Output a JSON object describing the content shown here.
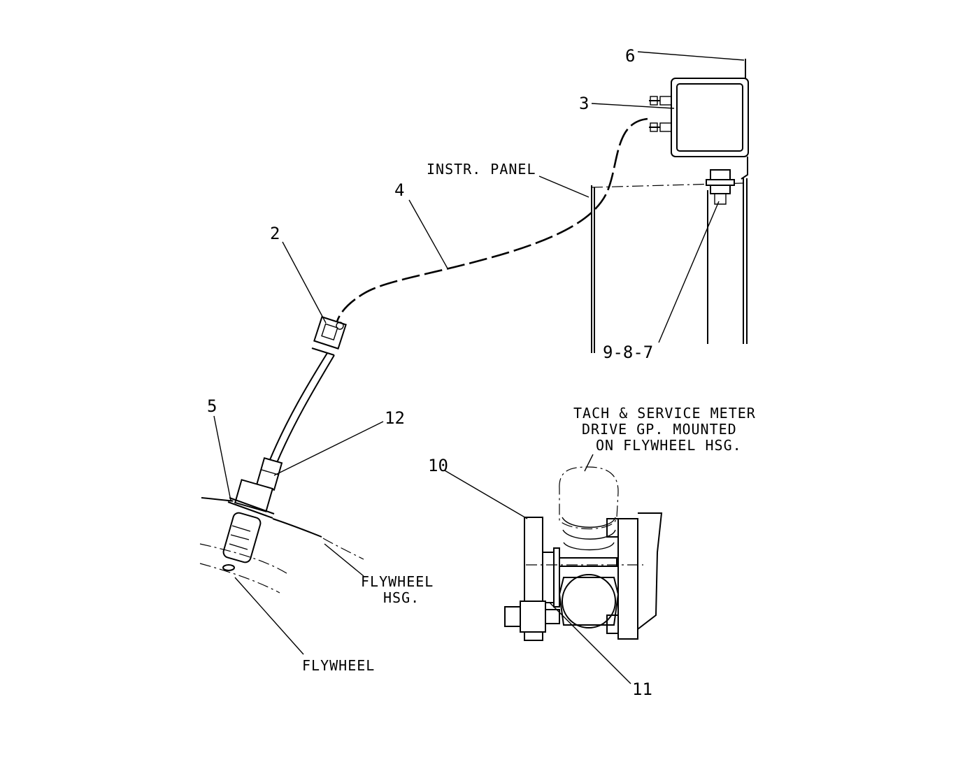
{
  "callouts": {
    "c2": "2",
    "c3": "3",
    "c4": "4",
    "c5": "5",
    "c6": "6",
    "c987": "9-8-7",
    "c10": "10",
    "c11": "11",
    "c12": "12"
  },
  "labels": {
    "instr_panel": "INSTR. PANEL",
    "tach_line1": "TACH & SERVICE METER",
    "tach_line2": "DRIVE GP. MOUNTED",
    "tach_line3": "ON FLYWHEEL HSG.",
    "flywheel_hsg_line1": "FLYWHEEL",
    "flywheel_hsg_line2": "HSG.",
    "flywheel": "FLYWHEEL"
  }
}
